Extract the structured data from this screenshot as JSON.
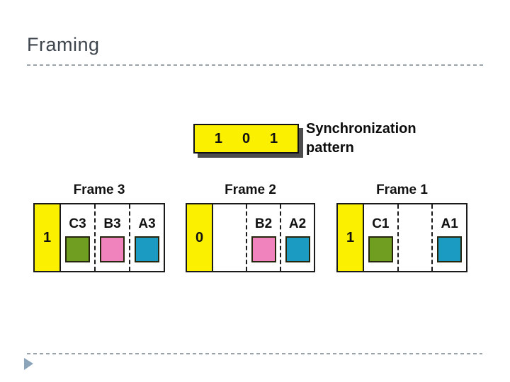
{
  "slide": {
    "title": "Framing"
  },
  "sync_pattern": {
    "bits": [
      "1",
      "0",
      "1"
    ],
    "label": [
      "Synchronization",
      "pattern"
    ]
  },
  "frames": [
    {
      "title": "Frame 3",
      "sync_bit": "1",
      "slots": [
        {
          "label": "C3",
          "color": "#6f9e21"
        },
        {
          "label": "B3",
          "color": "#f083be"
        },
        {
          "label": "A3",
          "color": "#1b9ac2"
        }
      ]
    },
    {
      "title": "Frame 2",
      "sync_bit": "0",
      "slots": [
        {
          "label": "",
          "color": ""
        },
        {
          "label": "B2",
          "color": "#f083be"
        },
        {
          "label": "A2",
          "color": "#1b9ac2"
        }
      ]
    },
    {
      "title": "Frame 1",
      "sync_bit": "1",
      "slots": [
        {
          "label": "C1",
          "color": "#6f9e21"
        },
        {
          "label": "",
          "color": ""
        },
        {
          "label": "A1",
          "color": "#1b9ac2"
        }
      ]
    }
  ],
  "colors": {
    "slot_yellow": "#faf000",
    "channel_green": "#6f9e21",
    "channel_pink": "#f083be",
    "channel_blue": "#1b9ac2",
    "sync_box_shadow": "#4d4d4d",
    "title_text": "#3e454d",
    "footer_arrow": "#8ca4b9"
  }
}
